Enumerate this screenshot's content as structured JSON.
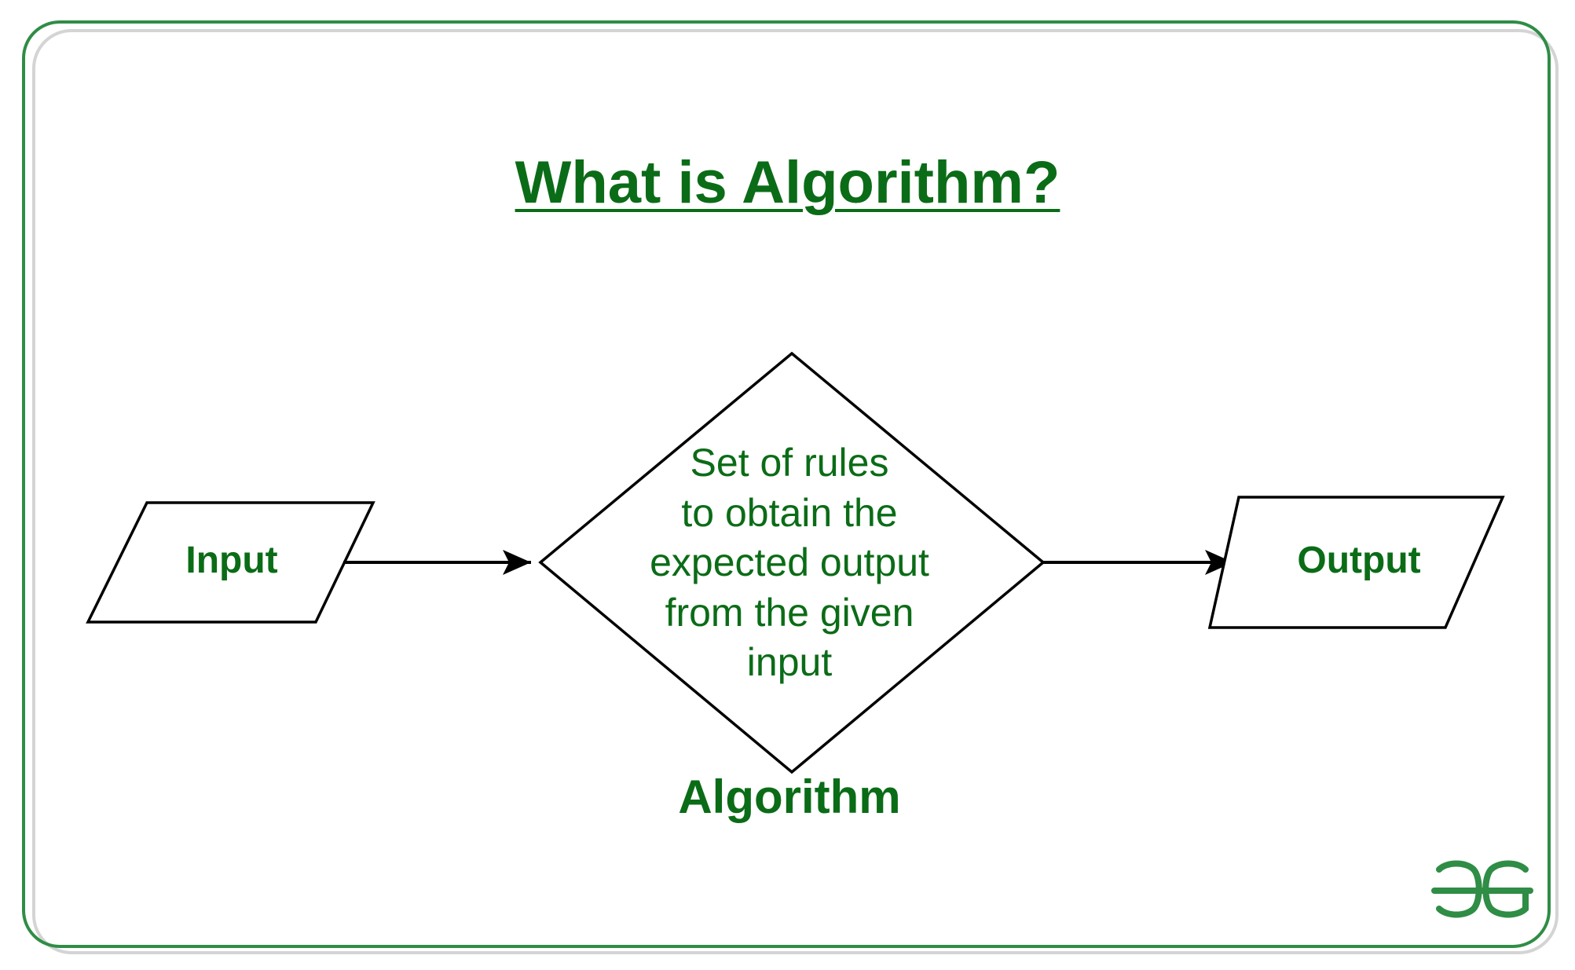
{
  "diagram": {
    "title": "What is Algorithm?",
    "input_label": "Input",
    "output_label": "Output",
    "process_text_lines": [
      "Set of rules",
      "to obtain the",
      "expected output",
      "from the given",
      "input"
    ],
    "process_caption": "Algorithm",
    "logo_text": "GG"
  },
  "colors": {
    "text_green": "#0b6c17",
    "border_green": "#2f8d46",
    "shadow_gray": "#d4d4d4",
    "stroke": "#000000",
    "background": "#ffffff"
  },
  "icons": {
    "logo": "geeksforgeeks-logo-icon"
  }
}
